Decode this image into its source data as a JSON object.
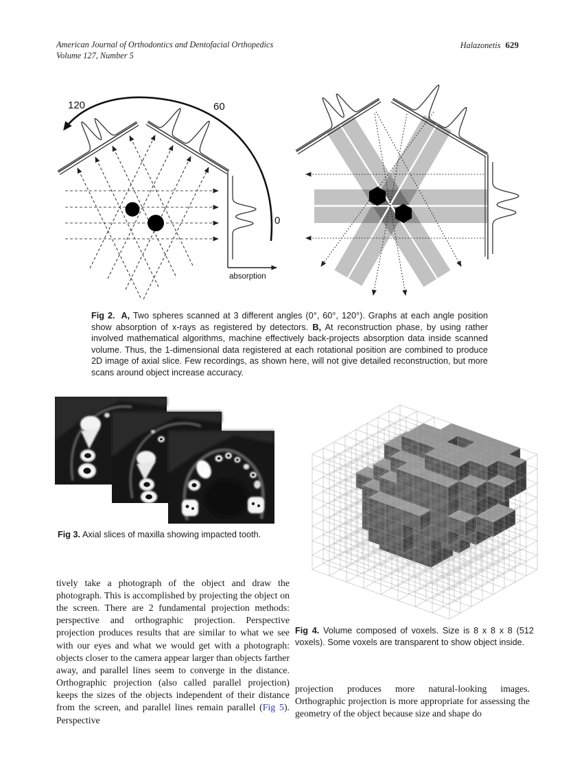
{
  "colors": {
    "link_blue": "#2b35c0",
    "band_gray": "rgba(0,0,0,0.24)"
  },
  "header": {
    "journal_line1": "American Journal of Orthodontics and Dentofacial Orthopedics",
    "journal_line2": "Volume 127, Number 5",
    "author": "Halazonetis",
    "page_number": "629"
  },
  "fig2": {
    "labels": {
      "deg120": "120",
      "deg60": "60",
      "deg0": "0",
      "absorption": "absorption"
    },
    "caption": {
      "label": "Fig 2.",
      "a_label": "A,",
      "a_text": " Two spheres scanned at 3 different angles (0°, 60°, 120°). Graphs at each angle position show absorption of x-rays as registered by detectors. ",
      "b_label": "B,",
      "b_text": " At reconstruction phase, by using rather involved mathematical algorithms, machine effectively back-projects absorption data inside scanned volume. Thus, the 1-dimensional data registered at each rotational position are combined to produce 2D image of axial slice. Few recordings, as shown here, will not give detailed reconstruction, but more scans around object increase accuracy."
    }
  },
  "fig3": {
    "caption_label": "Fig 3.",
    "caption_text": " Axial slices of maxilla showing impacted tooth."
  },
  "fig4": {
    "caption_label": "Fig 4.",
    "caption_text": " Volume composed of voxels. Size is 8 x 8 x 8 (512 voxels). Some voxels are transparent to show object inside.",
    "voxel_layers": [
      [
        "........",
        "........",
        "........",
        "........",
        "........",
        "........",
        "........",
        "........"
      ],
      [
        "........",
        "........",
        "........",
        "...xx...",
        "..xxx...",
        "........",
        "........",
        "........"
      ],
      [
        "........",
        "........",
        "..xxx...",
        ".xxxxx..",
        ".xxxx...",
        "..xx....",
        "........",
        "........"
      ],
      [
        "........",
        "...xxx..",
        ".xxxxxx.",
        ".xxxxxx.",
        ".xxxxx..",
        "..xx....",
        "........",
        "........"
      ],
      [
        "........",
        "..xxxxx.",
        ".xxxxxxx",
        "xxxxxxxx",
        ".xxxxxx.",
        "..xxx...",
        "........",
        "........"
      ],
      [
        "...xxx..",
        "..xxxxx.",
        "..xxxxx.",
        ".xxxxxx.",
        "..xxxx..",
        "........",
        "........",
        "........"
      ],
      [
        "..xxxxx.",
        ".xxxxxxx",
        ".xxxxxxx",
        "..xxxxx.",
        "...xxx..",
        "........",
        "........",
        "........"
      ],
      [
        "...xxxx.",
        "..xx.xxx",
        "..xxxxx.",
        "....xx..",
        "........",
        "........",
        "........",
        "........"
      ]
    ]
  },
  "body": {
    "left_column": {
      "text_before_link": "tively take a photograph of the object and draw the photograph. This is accomplished by projecting the object on the screen. There are 2 fundamental projection methods: perspective and orthographic projection. Perspective projection produces results that are similar to what we see with our eyes and what we would get with a photograph: objects closer to the camera appear larger than objects farther away, and parallel lines seem to converge in the distance. Orthographic projection (also called parallel projection) keeps the sizes of the objects independent of their distance from the screen, and parallel lines remain parallel (",
      "link_text": "Fig 5",
      "text_after_link": "). Perspective"
    },
    "right_column": {
      "text": "projection produces more natural-looking images. Orthographic projection is more appropriate for assessing the geometry of the object because size and shape do"
    }
  }
}
